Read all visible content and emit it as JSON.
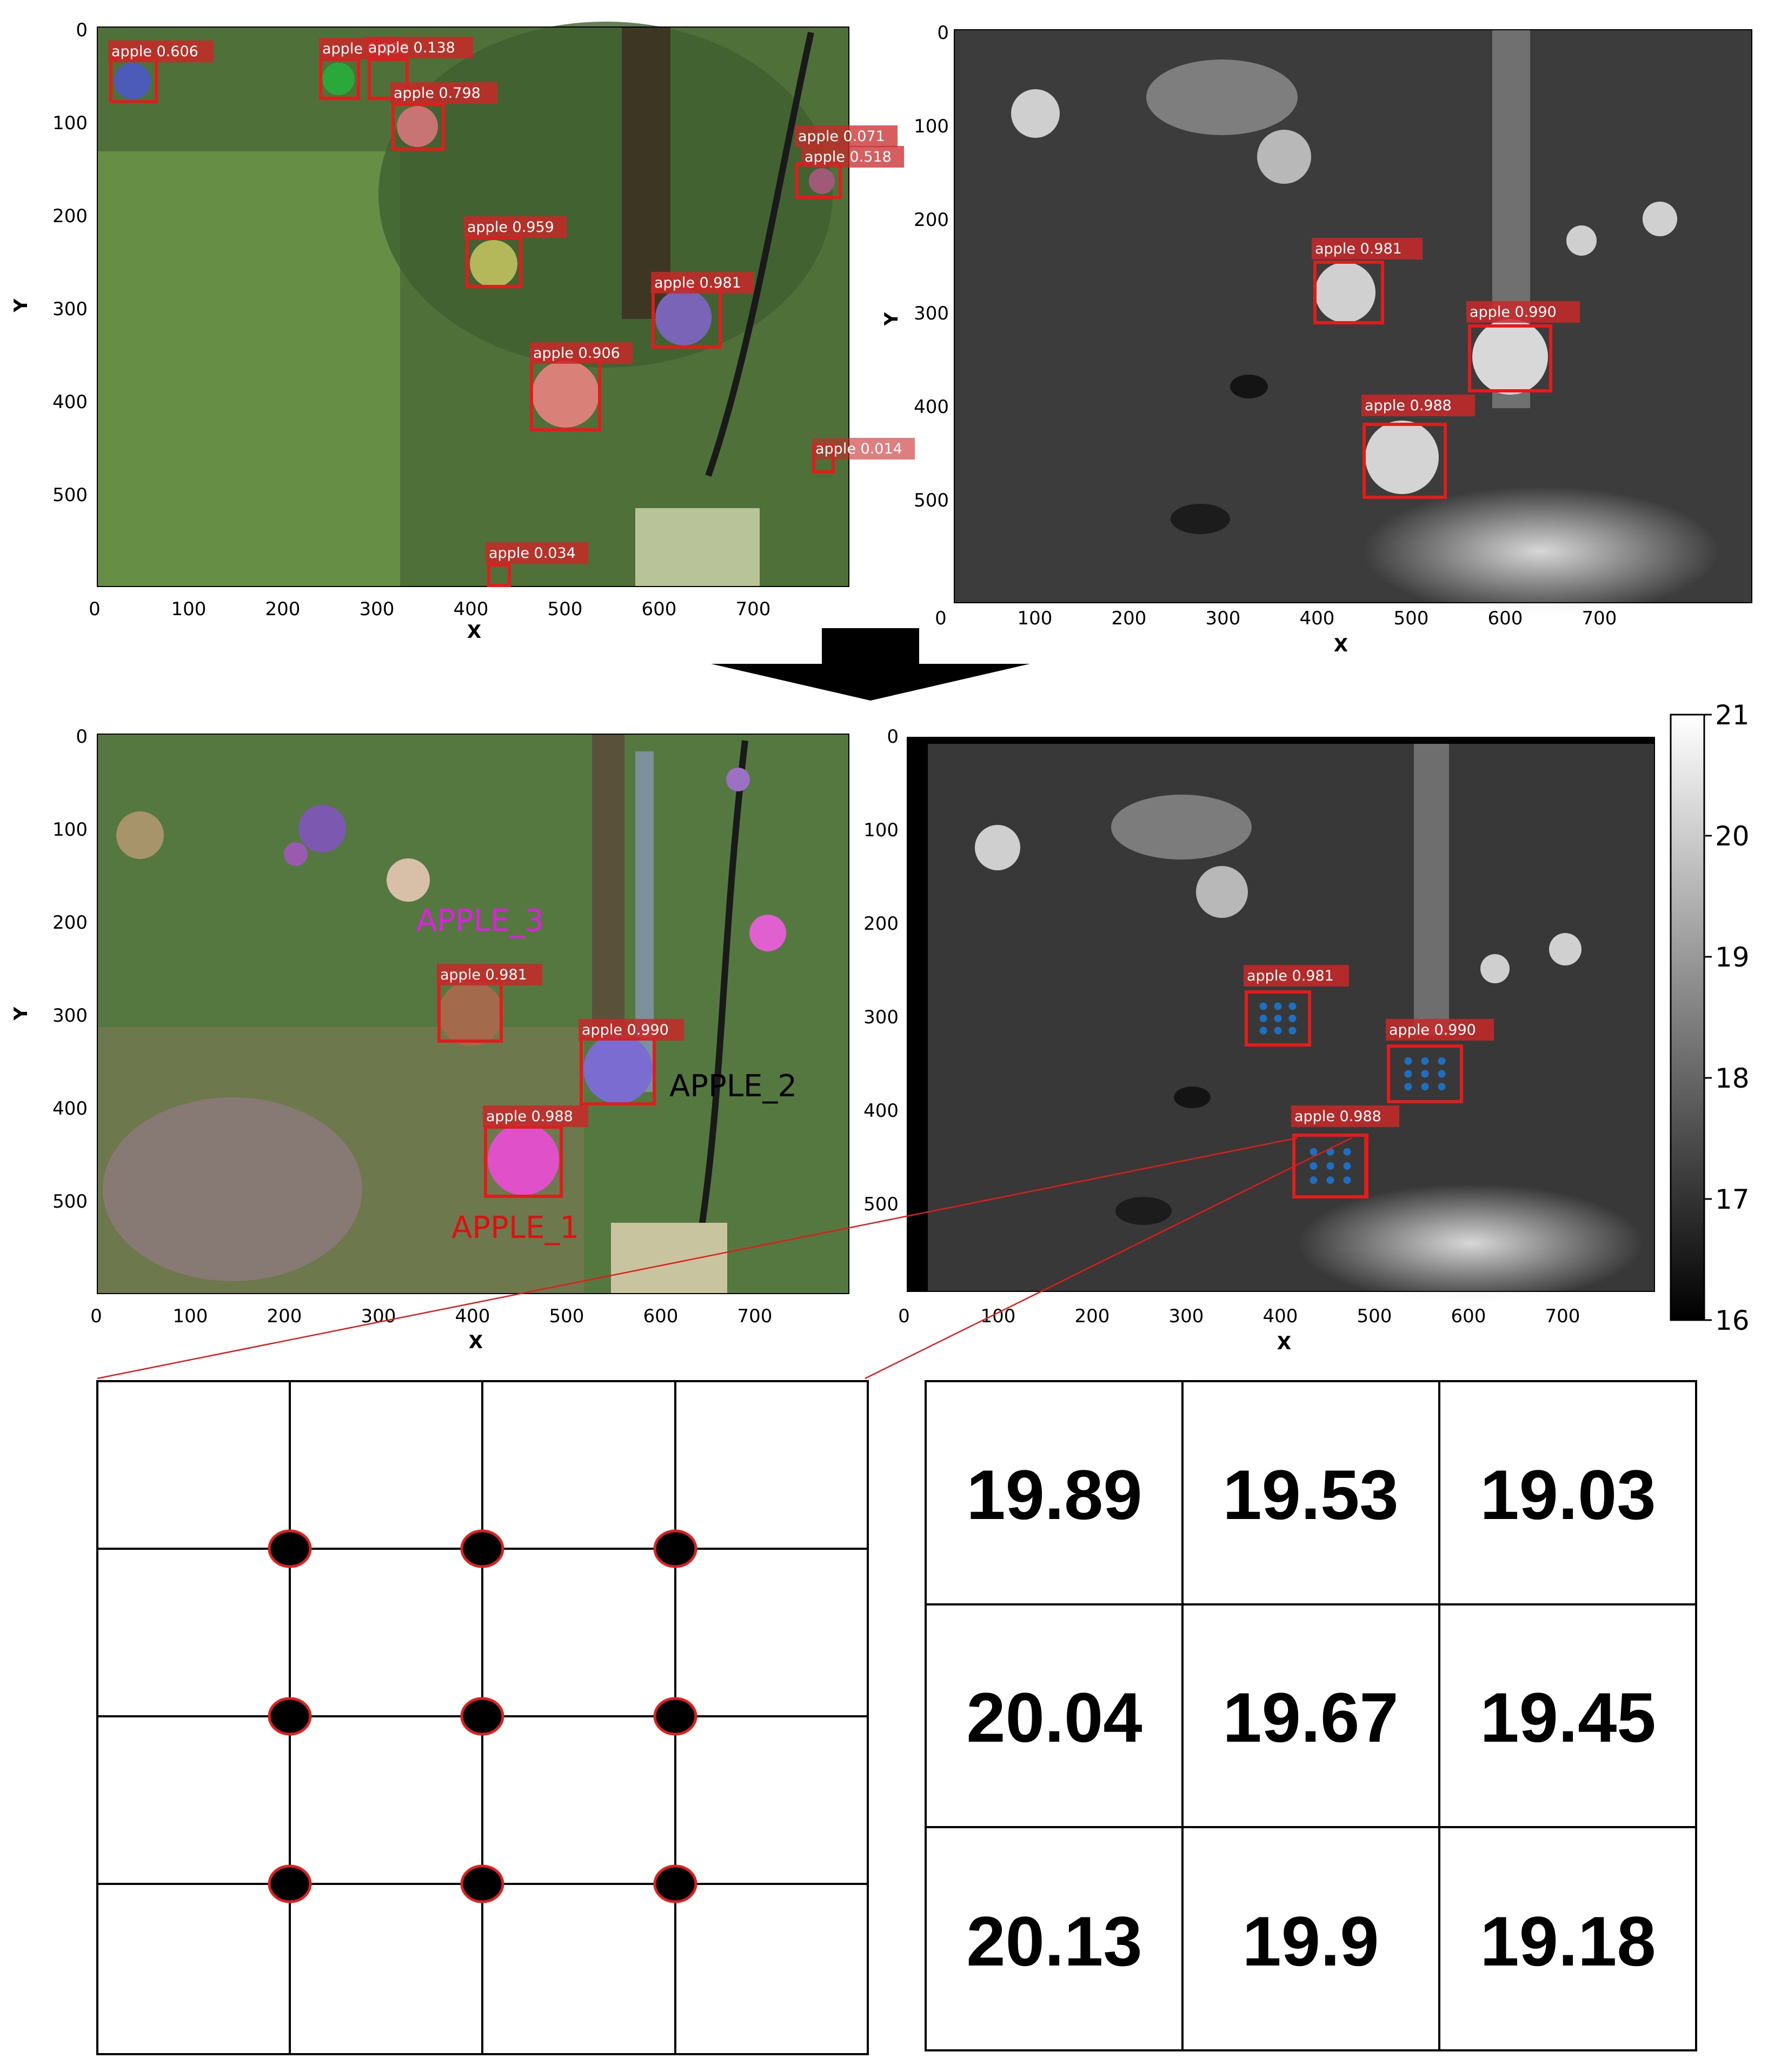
{
  "colors": {
    "box": "#e21b1b",
    "label_bg": "#c82828",
    "label_text": "#ffffff",
    "apple1": "#e01010",
    "apple2": "#000000",
    "apple3": "#e020e0",
    "grid_dot": "#1f6fc0",
    "arrow": "#000000"
  },
  "panels": {
    "rgb_before": {
      "xticks": [
        "0",
        "100",
        "200",
        "300",
        "400",
        "500",
        "600",
        "700"
      ],
      "yticks": [
        "0",
        "100",
        "200",
        "300",
        "400",
        "500"
      ],
      "xlabel": "X",
      "ylabel": "Y",
      "detections": [
        "apple 0.606",
        "apple 0.138",
        "apple 0.138",
        "apple 0.798",
        "apple 0.071",
        "apple 0.518",
        "apple 0.959",
        "apple 0.981",
        "apple 0.906",
        "apple 0.014",
        "apple 0.034"
      ]
    },
    "thermal_before": {
      "xticks": [
        "0",
        "100",
        "200",
        "300",
        "400",
        "500",
        "600",
        "700"
      ],
      "yticks": [
        "0",
        "100",
        "200",
        "300",
        "400",
        "500"
      ],
      "xlabel": "X",
      "ylabel": "Y",
      "detections": [
        "apple 0.981",
        "apple 0.990",
        "apple 0.988"
      ]
    },
    "rgb_after": {
      "xticks": [
        "0",
        "100",
        "200",
        "300",
        "400",
        "500",
        "600",
        "700"
      ],
      "yticks": [
        "0",
        "100",
        "200",
        "300",
        "400",
        "500"
      ],
      "xlabel": "X",
      "ylabel": "Y",
      "detections": [
        "apple 0.981",
        "apple 0.990",
        "apple 0.988"
      ],
      "annotations": [
        "APPLE_3",
        "APPLE_2",
        "APPLE_1"
      ]
    },
    "thermal_after": {
      "xticks": [
        "0",
        "100",
        "200",
        "300",
        "400",
        "500",
        "600",
        "700"
      ],
      "yticks": [
        "0",
        "100",
        "200",
        "300",
        "400",
        "500"
      ],
      "xlabel": "X",
      "detections": [
        "apple 0.981",
        "apple 0.990",
        "apple 0.988"
      ]
    },
    "colorbar": {
      "ticks": [
        "21",
        "20",
        "19",
        "18",
        "17",
        "16"
      ]
    }
  },
  "temperature_table": [
    [
      "19.89",
      "19.53",
      "19.03"
    ],
    [
      "20.04",
      "19.67",
      "19.45"
    ],
    [
      "20.13",
      "19.9",
      "19.18"
    ]
  ]
}
